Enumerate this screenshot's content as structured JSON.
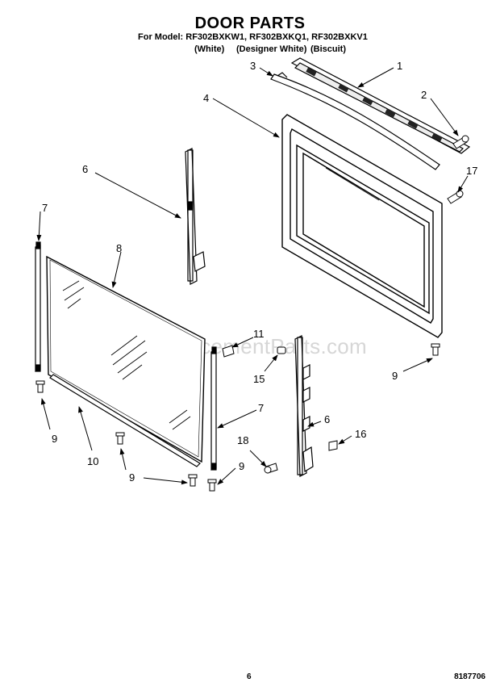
{
  "title": "DOOR PARTS",
  "models_line": "For Model: RF302BXKW1, RF302BXKQ1, RF302BXKV1",
  "variants": [
    "(White)",
    "(Designer White)",
    "(Biscuit)"
  ],
  "watermark": "eReplacementParts.com",
  "page_number": "6",
  "document_number": "8187706",
  "callouts": [
    {
      "id": "c1",
      "label": "1"
    },
    {
      "id": "c2",
      "label": "2"
    },
    {
      "id": "c3",
      "label": "3"
    },
    {
      "id": "c4",
      "label": "4"
    },
    {
      "id": "c17",
      "label": "17"
    },
    {
      "id": "c6a",
      "label": "6"
    },
    {
      "id": "c7a",
      "label": "7"
    },
    {
      "id": "c8",
      "label": "8"
    },
    {
      "id": "c11",
      "label": "11"
    },
    {
      "id": "c15",
      "label": "15"
    },
    {
      "id": "c9a",
      "label": "9"
    },
    {
      "id": "c6b",
      "label": "6"
    },
    {
      "id": "c7b",
      "label": "7"
    },
    {
      "id": "c16",
      "label": "16"
    },
    {
      "id": "c18",
      "label": "18"
    },
    {
      "id": "c9b",
      "label": "9"
    },
    {
      "id": "c10",
      "label": "10"
    },
    {
      "id": "c9c",
      "label": "9"
    },
    {
      "id": "c9d",
      "label": "9"
    }
  ]
}
